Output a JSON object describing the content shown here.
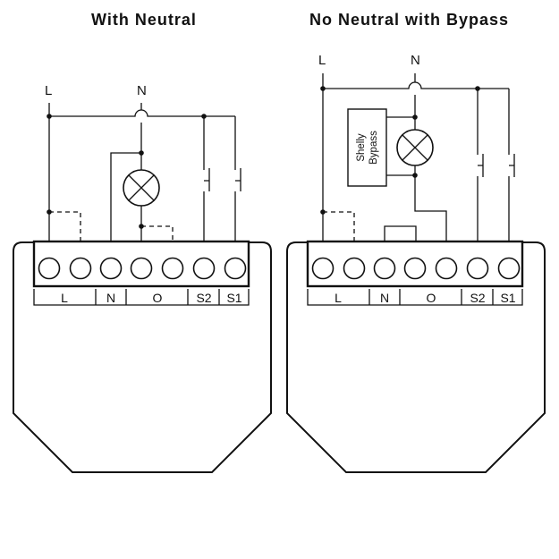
{
  "panels": {
    "left": {
      "title": "With Neutral",
      "line_label": "L",
      "neutral_label": "N",
      "terminal_labels": [
        "L",
        "N",
        "O",
        "S2",
        "S1"
      ]
    },
    "right": {
      "title": "No Neutral with Bypass",
      "line_label": "L",
      "neutral_label": "N",
      "bypass_label_line1": "Shelly",
      "bypass_label_line2": "Bypass",
      "terminal_labels": [
        "L",
        "N",
        "O",
        "S2",
        "S1"
      ]
    }
  },
  "colors": {
    "ink": "#111111",
    "background": "#ffffff"
  },
  "icons": [
    "lamp-icon",
    "push-switch-icon",
    "terminal-screw-icon",
    "wire-crossover-icon"
  ]
}
